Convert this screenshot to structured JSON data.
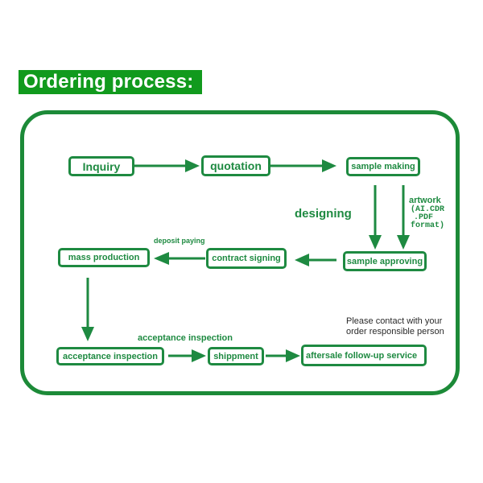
{
  "title": "Ordering process:",
  "colors": {
    "title_bg": "#119a1d",
    "frame": "#1c8a38",
    "accent": "#1e8a41"
  },
  "steps": {
    "inquiry": "Inquiry",
    "quotation": "quotation",
    "sample_making": "sample making",
    "sample_approving": "sample approving",
    "contract_signing": "contract signing",
    "mass_production": "mass production",
    "acceptance_inspection": "acceptance inspection",
    "shippment": "shippment",
    "aftersale": "aftersale follow-up service"
  },
  "labels": {
    "designing": "designing",
    "artwork": "artwork",
    "artwork_formats_1": "(AI.CDR",
    "artwork_formats_2": ".PDF",
    "artwork_formats_3": "format)",
    "deposit_paying": "deposit paying",
    "acceptance_inspection": "acceptance inspection"
  },
  "note": {
    "line1": "Please contact with your",
    "line2": "order responsible person"
  }
}
